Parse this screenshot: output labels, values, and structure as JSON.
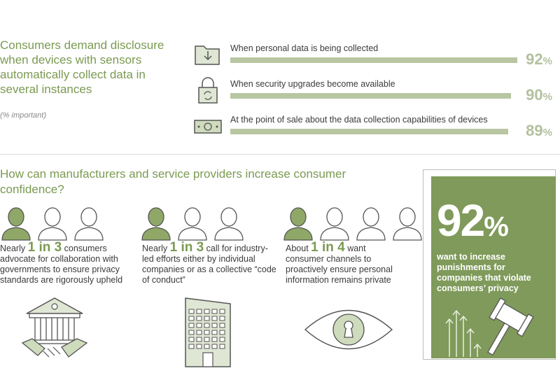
{
  "top": {
    "title": "Consumers demand disclosure when devices with sensors automatically collect data in several instances",
    "subtitle": "(% important)",
    "stats": [
      {
        "label": "When personal data is being collected",
        "value": 92,
        "display": "92",
        "icon": "folder-download-icon"
      },
      {
        "label": "When security upgrades become available",
        "value": 90,
        "display": "90",
        "icon": "padlock-refresh-icon"
      },
      {
        "label": "At the point of sale about the data collection capabilities of devices",
        "value": 89,
        "display": "89",
        "icon": "banknote-icon"
      }
    ],
    "pct_sign": "%"
  },
  "bottom": {
    "title": "How can manufacturers and service providers increase consumer confidence?",
    "groups": [
      {
        "pre": "Nearly ",
        "highlight": "1 in 3",
        "post": " consumers advocate for collaboration with governments to ensure privacy standards are rigorously upheld",
        "filled": 1,
        "total": 3,
        "icon": "government-handshake-icon"
      },
      {
        "pre": "Nearly ",
        "highlight": "1 in 3",
        "post": " call for industry-led efforts either by individual companies or as a collective “code of conduct”",
        "filled": 1,
        "total": 3,
        "icon": "office-building-icon"
      },
      {
        "pre": "About ",
        "highlight": "1 in 4",
        "post": " want consumer channels to proactively ensure personal information remains private",
        "filled": 1,
        "total": 4,
        "icon": "eye-keyhole-icon"
      }
    ],
    "highlight_box": {
      "value": "92",
      "pct_sign": "%",
      "text": "want to increase punishments for companies that violate consumers’ privacy",
      "icon": "gavel-rising-arrows-icon"
    }
  },
  "colors": {
    "accent": "#7b9a52",
    "bar": "#b8c6a2",
    "panel": "#7f9a5a"
  }
}
